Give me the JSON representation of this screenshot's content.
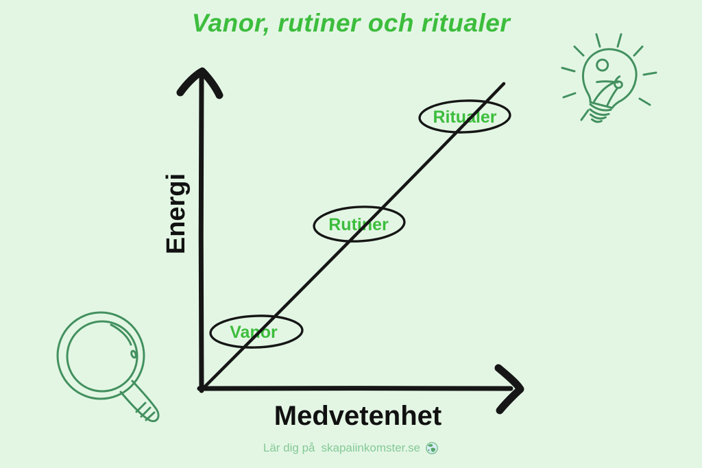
{
  "colors": {
    "background": "#e3f6e4",
    "accent-green": "#3dbd3d",
    "ink": "#161616",
    "icon-green": "#43905f",
    "footer-green": "#85c997"
  },
  "title": {
    "text": "Vanor, rutiner och ritualer"
  },
  "chart": {
    "type": "line",
    "x_axis_label": "Medvetenhet",
    "y_axis_label": "Energi",
    "trend": "increasing straight line from origin",
    "stages": [
      {
        "label": "Vanor",
        "medvetenhet": "low",
        "energi": "low"
      },
      {
        "label": "Rutiner",
        "medvetenhet": "medium",
        "energi": "medium"
      },
      {
        "label": "Ritualer",
        "medvetenhet": "high",
        "energi": "high"
      }
    ]
  },
  "icons": {
    "top_right": "lightbulb",
    "bottom_left": "magnifying-glass",
    "footer": "globe"
  },
  "footer": {
    "prefix": "Lär dig på",
    "site": "skapaiinkomster.se"
  }
}
